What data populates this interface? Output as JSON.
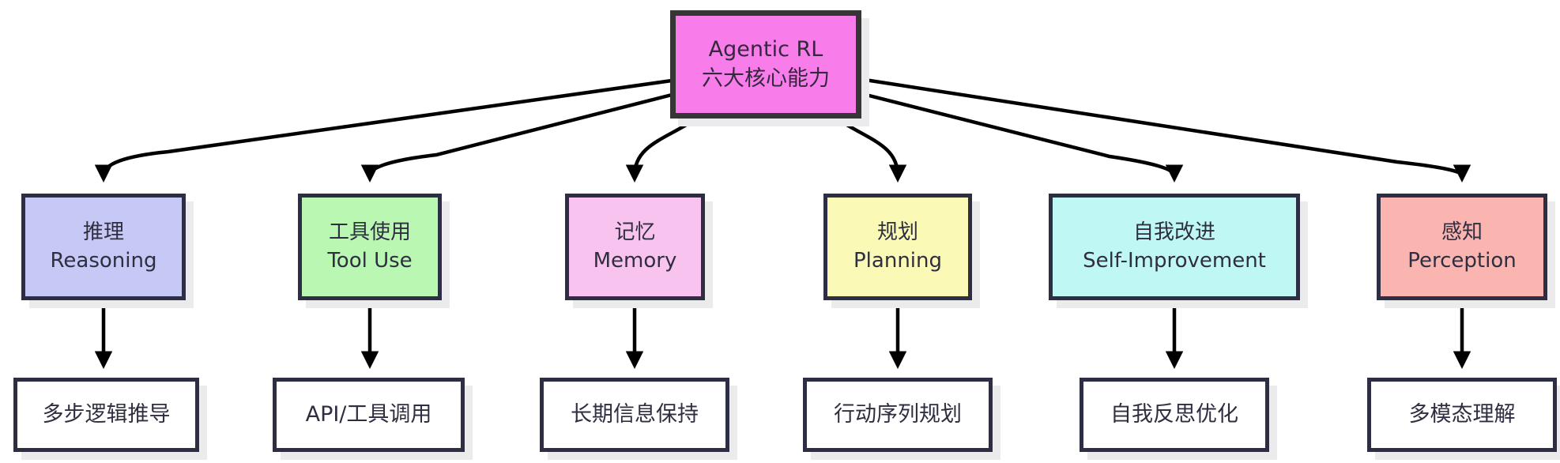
{
  "diagram": {
    "title": "Agentic RL 六大核心能力",
    "root": {
      "line1": "Agentic RL",
      "line2": "六大核心能力",
      "fill": "#f97ceb"
    },
    "capabilities": [
      {
        "zh": "推理",
        "en": "Reasoning",
        "fill": "#c6c8f5",
        "detail": "多步逻辑推导"
      },
      {
        "zh": "工具使用",
        "en": "Tool Use",
        "fill": "#baf7b3",
        "detail": "API/工具调用"
      },
      {
        "zh": "记忆",
        "en": "Memory",
        "fill": "#f9c3ef",
        "detail": "长期信息保持"
      },
      {
        "zh": "规划",
        "en": "Planning",
        "fill": "#fafab6",
        "detail": "行动序列规划"
      },
      {
        "zh": "自我改进",
        "en": "Self-Improvement",
        "fill": "#bff7f4",
        "detail": "自我反思优化"
      },
      {
        "zh": "感知",
        "en": "Perception",
        "fill": "#fab5b1",
        "detail": "多模态理解"
      }
    ],
    "colors": {
      "edge_stroke": "#000000",
      "node_border": "#2d2d44",
      "root_border": "#363636",
      "shadow": "#ebebee",
      "detail_fill": "#ffffff"
    }
  }
}
